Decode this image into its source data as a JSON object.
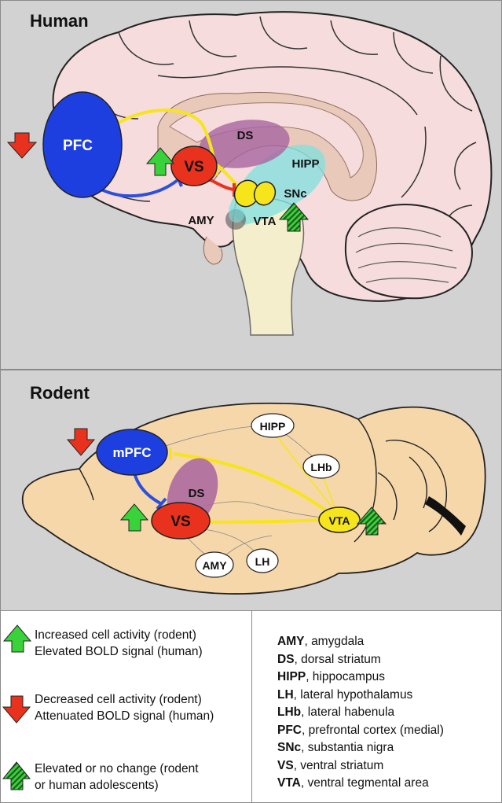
{
  "human": {
    "title": "Human",
    "labels": {
      "pfc": "PFC",
      "vs": "VS",
      "ds": "DS",
      "hipp": "HIPP",
      "snc": "SNc",
      "amy": "AMY",
      "vta": "VTA"
    }
  },
  "rodent": {
    "title": "Rodent",
    "labels": {
      "mpfc": "mPFC",
      "vs": "VS",
      "ds": "DS",
      "hipp": "HIPP",
      "lhb": "LHb",
      "vta": "VTA",
      "amy": "AMY",
      "lh": "LH"
    }
  },
  "legend": {
    "increased": [
      "Increased cell activity (rodent)",
      "Elevated BOLD signal (human)"
    ],
    "decreased": [
      "Decreased cell activity (rodent)",
      "Attenuated BOLD signal (human)"
    ],
    "elevated_no_change": [
      "Elevated or no change (rodent",
      "or human adolescents)"
    ],
    "abbreviations": [
      {
        "abbr": "AMY",
        "desc": ", amygdala"
      },
      {
        "abbr": "DS",
        "desc": ", dorsal striatum"
      },
      {
        "abbr": "HIPP",
        "desc": ", hippocampus"
      },
      {
        "abbr": "LH",
        "desc": ", lateral hypothalamus"
      },
      {
        "abbr": "LHb",
        "desc": ", lateral habenula"
      },
      {
        "abbr": "PFC",
        "desc": ", prefrontal cortex (medial)"
      },
      {
        "abbr": "SNc",
        "desc": ", substantia nigra"
      },
      {
        "abbr": "VS",
        "desc": ", ventral striatum"
      },
      {
        "abbr": "VTA",
        "desc": ", ventral tegmental area"
      }
    ]
  },
  "colors": {
    "panel_bg": "#d2d2d2",
    "brain_pink": "#f6dcdc",
    "rodent_brain": "#f6d7a9",
    "pfc_blue": "#1e3fe0",
    "vs_red": "#e8321e",
    "vta_yellow": "#f7e51c",
    "ds_purple": "#a865a0",
    "hipp_cyan": "#7fe0e0",
    "arrow_green": "#3ad23a",
    "arrow_red": "#e8321e",
    "pathway_yellow": "#f7e51c",
    "pathway_blue": "#2c4fe0"
  },
  "icons": [
    "up-arrow-green-icon",
    "down-arrow-red-icon",
    "striped-up-arrow-icon"
  ]
}
